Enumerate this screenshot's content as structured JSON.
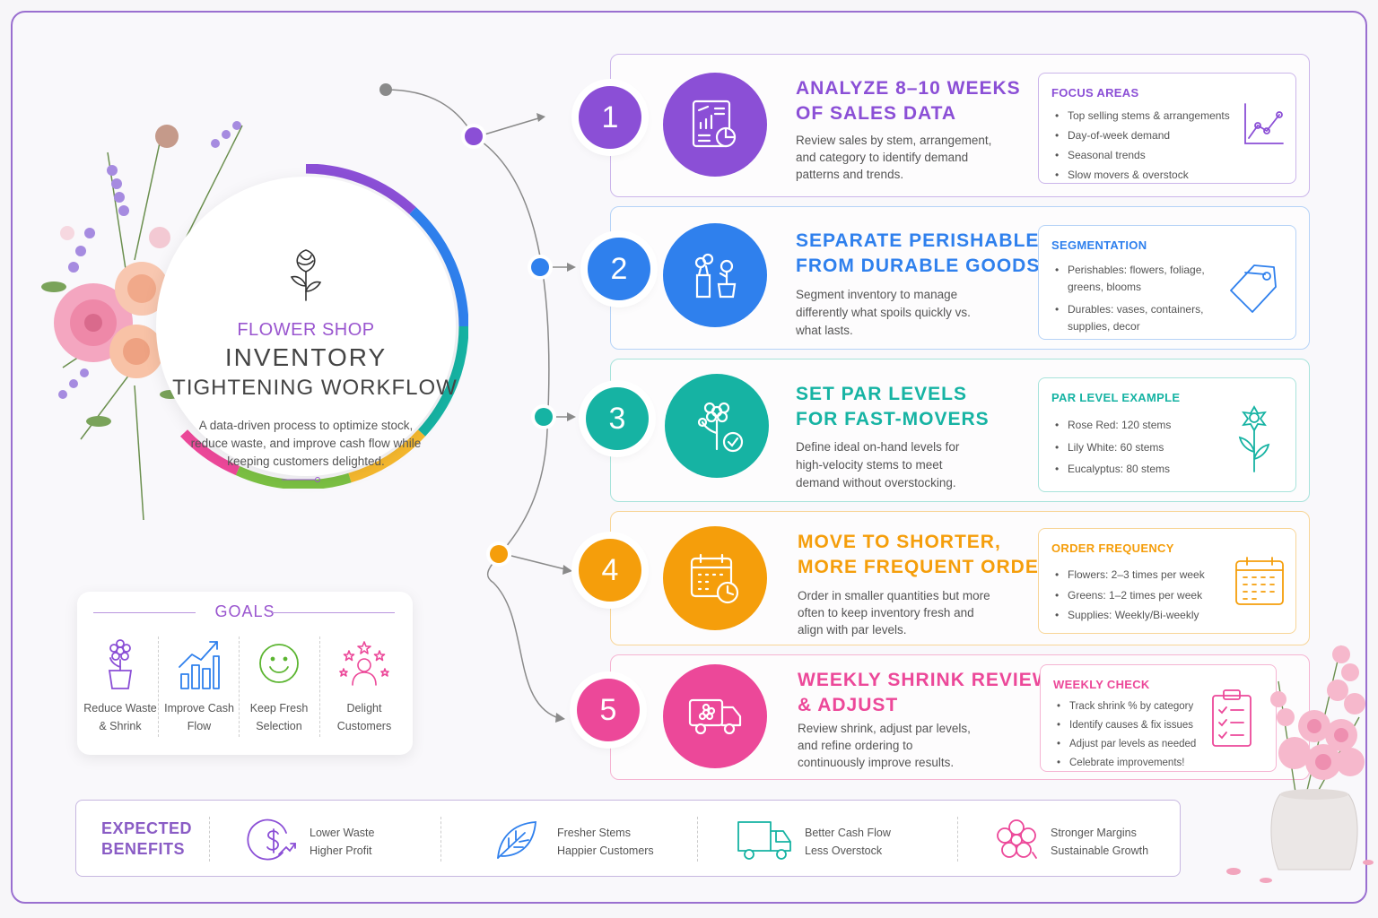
{
  "hero": {
    "title_line1": "FLOWER SHOP",
    "title_line2": "INVENTORY",
    "title_line3": "TIGHTENING WORKFLOW",
    "description": "A data-driven process to optimize stock, reduce waste, and improve cash flow while keeping customers delighted.",
    "logo_icon": "rose-icon"
  },
  "steps": [
    {
      "number": "1",
      "title_line1": "ANALYZE 8–10 WEEKS",
      "title_line2": "OF SALES DATA",
      "description": "Review sales by stem, arrangement, and category to identify demand patterns and trends.",
      "icon": "sales-report-icon",
      "color": "#8b4fd6",
      "box_title": "FOCUS AREAS",
      "box_items": [
        "Top selling stems & arrangements",
        "Day-of-week demand",
        "Seasonal trends",
        "Slow movers & overstock"
      ],
      "box_icon": "trend-chart-icon"
    },
    {
      "number": "2",
      "title_line1": "SEPARATE PERISHABLES",
      "title_line2": "FROM DURABLE GOODS",
      "description": "Segment inventory to manage differently what spoils quickly vs. what lasts.",
      "icon": "vase-and-pot-icon",
      "color": "#2f80ed",
      "box_title": "SEGMENTATION",
      "box_items": [
        "Perishables: flowers, foliage, greens, blooms",
        "Durables: vases, containers, supplies, decor"
      ],
      "box_icon": "price-tag-icon"
    },
    {
      "number": "3",
      "title_line1": "SET PAR LEVELS",
      "title_line2": "FOR FAST-MOVERS",
      "description": "Define ideal on-hand levels for high-velocity stems to meet demand without overstocking.",
      "icon": "flower-check-icon",
      "color": "#16b3a3",
      "box_title": "PAR LEVEL EXAMPLE",
      "box_items": [
        "Rose Red: 120 stems",
        "Lily White: 60 stems",
        "Eucalyptus: 80 stems"
      ],
      "box_icon": "flower-stem-icon"
    },
    {
      "number": "4",
      "title_line1": "MOVE TO SHORTER,",
      "title_line2": "MORE FREQUENT ORDERS",
      "description": "Order in smaller quantities but more often to keep inventory fresh and align with par levels.",
      "icon": "calendar-clock-icon",
      "color": "#f59e0b",
      "box_title": "ORDER FREQUENCY",
      "box_items": [
        "Flowers: 2–3 times per week",
        "Greens: 1–2 times per week",
        "Supplies: Weekly/Bi-weekly"
      ],
      "box_icon": "calendar-icon"
    },
    {
      "number": "5",
      "title_line1": "WEEKLY SHRINK REVIEW",
      "title_line2": "& ADJUST",
      "description": "Review shrink, adjust par levels, and refine ordering to continuously improve results.",
      "icon": "delivery-truck-icon",
      "color": "#ec4899",
      "box_title": "WEEKLY CHECK",
      "box_items": [
        "Track shrink % by category",
        "Identify causes & fix issues",
        "Adjust par levels as needed",
        "Celebrate improvements!"
      ],
      "box_icon": "checklist-icon"
    }
  ],
  "goals": {
    "title": "GOALS",
    "items": [
      {
        "label_line1": "Reduce Waste",
        "label_line2": "& Shrink",
        "icon": "potted-flower-icon"
      },
      {
        "label_line1": "Improve Cash",
        "label_line2": "Flow",
        "icon": "growth-chart-icon"
      },
      {
        "label_line1": "Keep Fresh",
        "label_line2": "Selection",
        "icon": "smiley-icon"
      },
      {
        "label_line1": "Delight",
        "label_line2": "Customers",
        "icon": "customer-stars-icon"
      }
    ]
  },
  "benefits": {
    "title_line1": "EXPECTED",
    "title_line2": "BENEFITS",
    "items": [
      {
        "line1": "Lower Waste",
        "line2": "Higher Profit",
        "icon": "dollar-growth-icon"
      },
      {
        "line1": "Fresher Stems",
        "line2": "Happier Customers",
        "icon": "leaf-icon"
      },
      {
        "line1": "Better Cash Flow",
        "line2": "Less Overstock",
        "icon": "truck-icon"
      },
      {
        "line1": "Stronger Margins",
        "line2": "Sustainable Growth",
        "icon": "flower-icon"
      }
    ]
  },
  "colors": {
    "purple": "#8b4fd6",
    "blue": "#2f80ed",
    "teal": "#16b3a3",
    "orange": "#f59e0b",
    "pink": "#ec4899",
    "frame": "#9a6fd0"
  }
}
